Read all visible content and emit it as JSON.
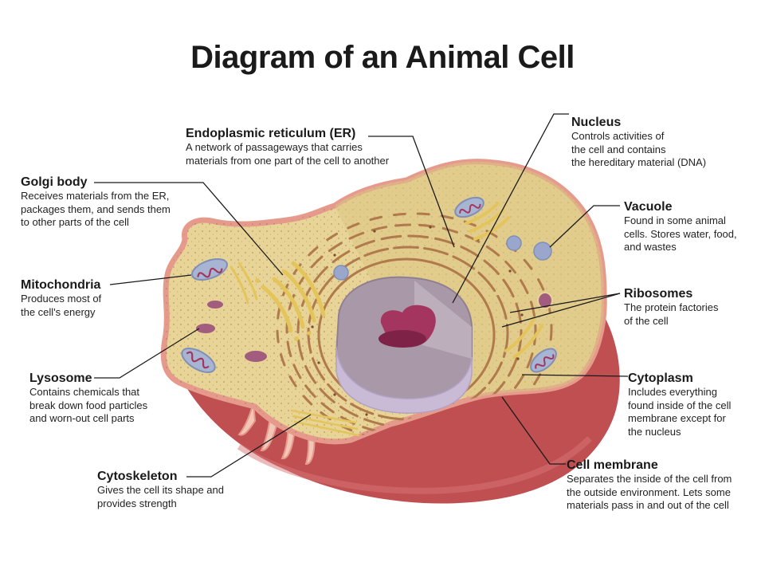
{
  "title": "Diagram of an Animal Cell",
  "colors": {
    "cytoplasm": "#e7d496",
    "membrane": "#e59a8c",
    "lower_membrane": "#b9474a",
    "er": "#b07a4c",
    "nucleus": "#b7a8b5",
    "nucleolus": "#a3355e",
    "mitochondria": "#a7b4d2",
    "vacuole": "#9aa6cc",
    "lysosome": "#a15c7e",
    "golgi": "#e4c55c",
    "leader_line": "#1a1a1a"
  },
  "labels": {
    "er": {
      "heading": "Endoplasmic reticulum (ER)",
      "desc": "A network of passageways that carries\nmaterials from one part of the cell to another"
    },
    "golgi": {
      "heading": "Golgi body",
      "desc": "Receives materials from the ER,\npackages them, and sends them\nto other parts of the cell"
    },
    "mitochondria": {
      "heading": "Mitochondria",
      "desc": "Produces most of\nthe cell's energy"
    },
    "lysosome": {
      "heading": "Lysosome",
      "desc": "Contains chemicals that\nbreak down food particles\nand worn-out cell parts"
    },
    "cytoskeleton": {
      "heading": "Cytoskeleton",
      "desc": "Gives the cell its shape and\nprovides strength"
    },
    "nucleus": {
      "heading": "Nucleus",
      "desc": "Controls activities of\nthe cell and contains\nthe hereditary material (DNA)"
    },
    "vacuole": {
      "heading": "Vacuole",
      "desc": "Found in some animal\ncells. Stores water, food,\nand wastes"
    },
    "ribosomes": {
      "heading": "Ribosomes",
      "desc": "The protein factories\nof the cell"
    },
    "cytoplasm": {
      "heading": "Cytoplasm",
      "desc": "Includes everything\nfound inside of the cell\nmembrane except for\nthe nucleus"
    },
    "cell_membrane": {
      "heading": "Cell membrane",
      "desc": "Separates the inside of the cell from\nthe outside environment. Lets some\nmaterials pass in and out of the cell"
    }
  }
}
